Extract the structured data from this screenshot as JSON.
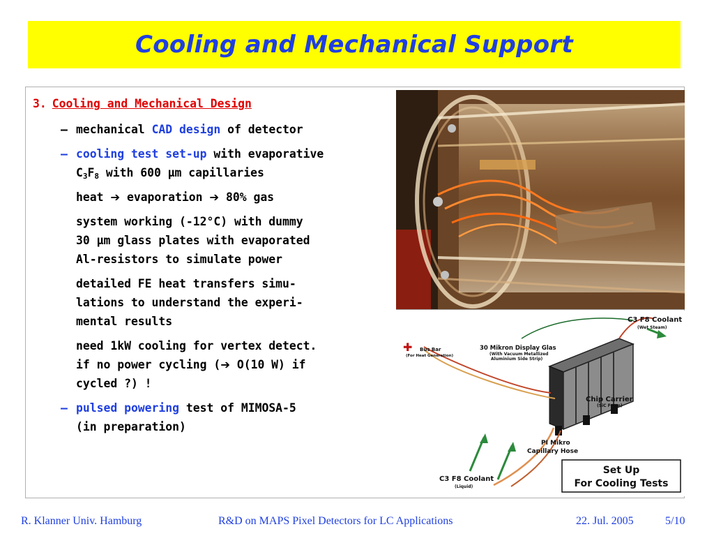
{
  "slide": {
    "title": "Cooling and Mechanical Support"
  },
  "section": {
    "number": "3.",
    "title": "Cooling and Mechanical Design"
  },
  "items": {
    "i1": {
      "dash": "–",
      "pre": "mechanical ",
      "hl": "CAD design",
      "post": " of detector"
    },
    "i2": {
      "dash": "–",
      "hl": "cooling test set-up",
      "post1": " with evaporative",
      "c": "C",
      "c_sub": "3",
      "f": "F",
      "f_sub": "8",
      "post2": " with 600 µm capillaries"
    },
    "i3": {
      "dash": "–",
      "hl": "pulsed powering",
      "post1": " test of MIMOSA-5",
      "post2": "(in preparation)"
    }
  },
  "subs": {
    "s1": {
      "a": "heat ",
      "arrow1": "➔",
      "b": " evaporation ",
      "arrow2": "➔",
      "c": " 80% gas"
    },
    "s2": {
      "l1": "system working (-12°C) with dummy",
      "l2": "30 µm glass plates with evaporated",
      "l3": "Al-resistors to simulate power"
    },
    "s3": {
      "l1": "detailed FE heat transfers simu-",
      "l2": "lations to understand the experi-",
      "l3": "mental results"
    },
    "s4": {
      "l1": "need 1kW cooling for vertex detect.",
      "l2a": "if no power cycling (",
      "arrow": "➔",
      "l2b": " O(10 W) if",
      "l3": "cycled ?) !"
    }
  },
  "diagram": {
    "coolant_top": "C3 F8 Coolant",
    "coolant_top_sub": "(Wet Steam)",
    "bus_bar": "Bus Bar",
    "bus_bar_sub": "(For Heat Generation)",
    "glass": "30 Mikron Display Glas",
    "glass_sub1": "(With Vacuum Metallized",
    "glass_sub2": "Aluminium Side Strip)",
    "chip_carrier": "Chip Carrier",
    "chip_carrier_sub": "(SiC Foam)",
    "hose1": "PI Mikro",
    "hose2": "Capillary Hose",
    "coolant_bottom": "C3 F8 Coolant",
    "coolant_bottom_sub": "(Liquid)",
    "setup1": "Set Up",
    "setup2": "For Cooling Tests"
  },
  "footer": {
    "author": "R. Klanner Univ. Hamburg",
    "talk": "R&D on MAPS Pixel Detectors for LC Applications",
    "date": "22. Jul. 2005",
    "page": "5/10"
  }
}
